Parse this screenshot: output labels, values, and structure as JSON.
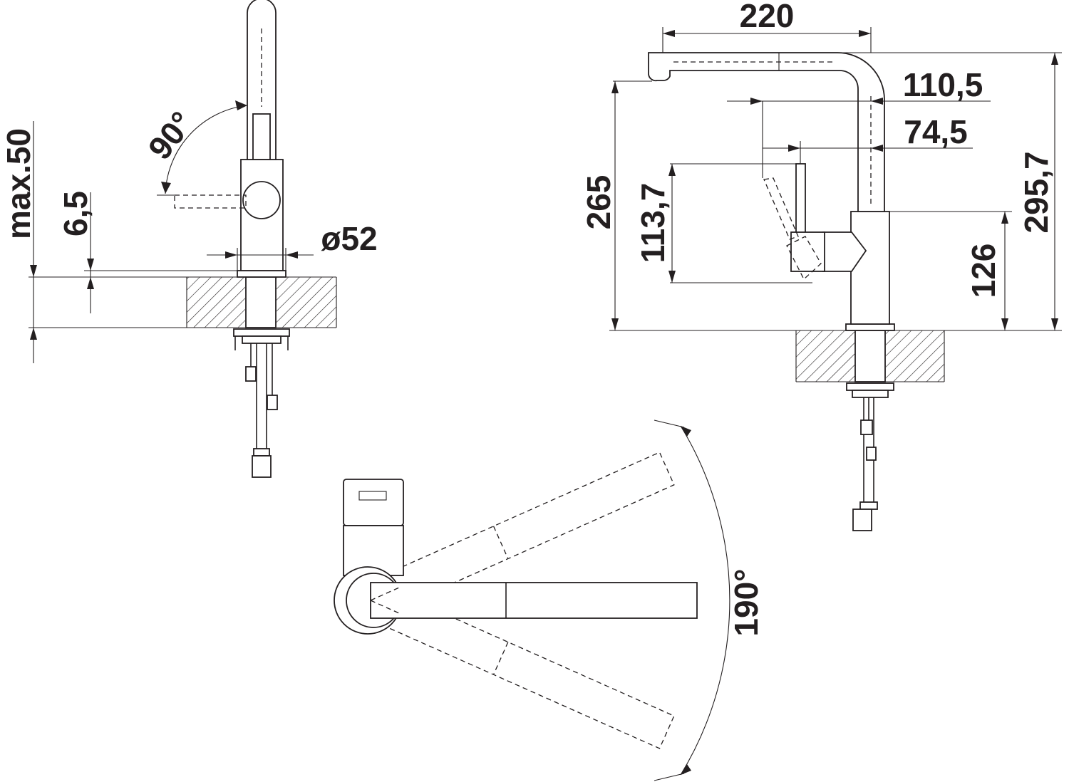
{
  "front_view": {
    "angle_label": "90°",
    "max_label": "max.50",
    "gap_label": "6,5",
    "diameter_label": "ø52"
  },
  "side_view": {
    "width_label": "220",
    "reach_label": "110,5",
    "lever_label": "74,5",
    "height_label": "265",
    "lever_height_label": "113,7",
    "body_height_label": "126",
    "total_height_label": "295,7"
  },
  "top_view": {
    "swivel_label": "190°"
  },
  "colors": {
    "line": "#231f20",
    "background": "#ffffff"
  }
}
